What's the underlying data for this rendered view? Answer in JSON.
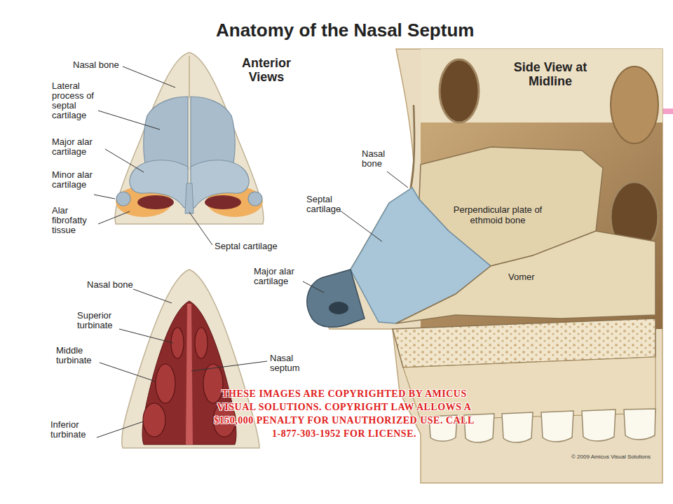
{
  "diagram": {
    "title": "Anatomy of the Nasal Septum",
    "labels": [
      "Anterior Views",
      "Side View at Midline",
      "Nasal bone",
      "Lateral process of septal cartilage",
      "Major alar cartilage",
      "Minor alar cartilage",
      "Alar fibrofatty tissue",
      "Septal cartilage",
      "Nasal bone",
      "Superior turbinate",
      "Middle turbinate",
      "Nasal septum",
      "Inferior turbinate",
      "Nasal bone",
      "Septal cartilage",
      "Perpendicular plate of ethmoid bone",
      "Vomer",
      "Major alar cartilage",
      "THESE IMAGES ARE COPYRIGHTED BY AMICUS VISUAL SOLUTIONS. COPYRIGHT LAW ALLOWS A $150,000 PENALTY FOR UNAUTHORIZED USE. CALL 1-877-303-1952 FOR LICENSE.",
      "© 2009 Amicus Visual Solutions"
    ]
  }
}
